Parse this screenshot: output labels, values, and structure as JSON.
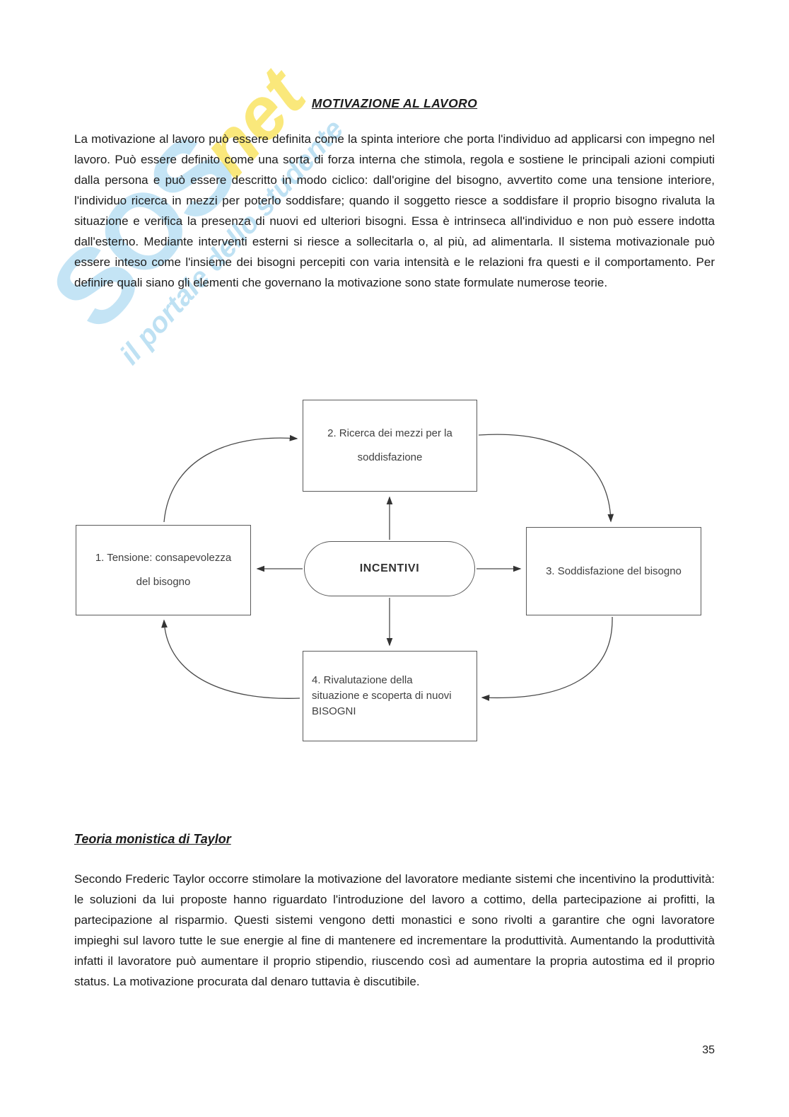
{
  "page": {
    "title": "MOTIVAZIONE AL LAVORO",
    "page_number": "35"
  },
  "watermark": {
    "brand_main": "SOS",
    "brand_accent": "net",
    "tagline": "il portale dello studente"
  },
  "intro_paragraph": "La motivazione al lavoro può essere definita come la spinta interiore che porta l'individuo ad applicarsi con impegno nel lavoro. Può essere definito come una sorta di forza interna che stimola, regola e sostiene le principali azioni compiuti dalla persona e può essere descritto in modo ciclico: dall'origine del bisogno, avvertito come una tensione interiore, l'individuo ricerca in mezzi per poterlo soddisfare; quando il soggetto riesce a soddisfare il proprio bisogno rivaluta la situazione e verifica la presenza di nuovi ed ulteriori bisogni. Essa è intrinseca all'individuo e non può essere indotta dall'esterno. Mediante interventi esterni si riesce a sollecitarla o, al più, ad alimentarla. Il sistema motivazionale può essere inteso come l'insieme dei bisogni percepiti con varia intensità e le relazioni fra questi e il comportamento. Per definire quali siano gli elementi che governano la motivazione sono state formulate numerose teorie.",
  "diagram": {
    "nodes": {
      "box1": "1. Tensione: consapevolezza\ndel bisogno",
      "box2": "2. Ricerca dei mezzi per la\nsoddisfazione",
      "box3": "3. Soddisfazione del bisogno",
      "box4": "4. Rivalutazione della\nsituazione e scoperta di nuovi\nBISOGNI",
      "center": "INCENTIVI"
    }
  },
  "section": {
    "heading": "Teoria monistica di Taylor",
    "paragraph": "Secondo Frederic Taylor occorre stimolare la motivazione del lavoratore mediante sistemi che incentivino la produttività: le soluzioni da lui proposte hanno riguardato l'introduzione del lavoro a cottimo, della partecipazione ai profitti, la partecipazione al risparmio. Questi sistemi vengono detti monastici e sono rivolti a garantire che ogni lavoratore impieghi sul lavoro tutte le sue energie al fine di mantenere ed incrementare la produttività. Aumentando la produttività infatti il lavoratore può aumentare il proprio stipendio, riuscendo così ad aumentare la propria autostima ed il proprio status. La motivazione procurata dal denaro tuttavia è discutibile."
  }
}
